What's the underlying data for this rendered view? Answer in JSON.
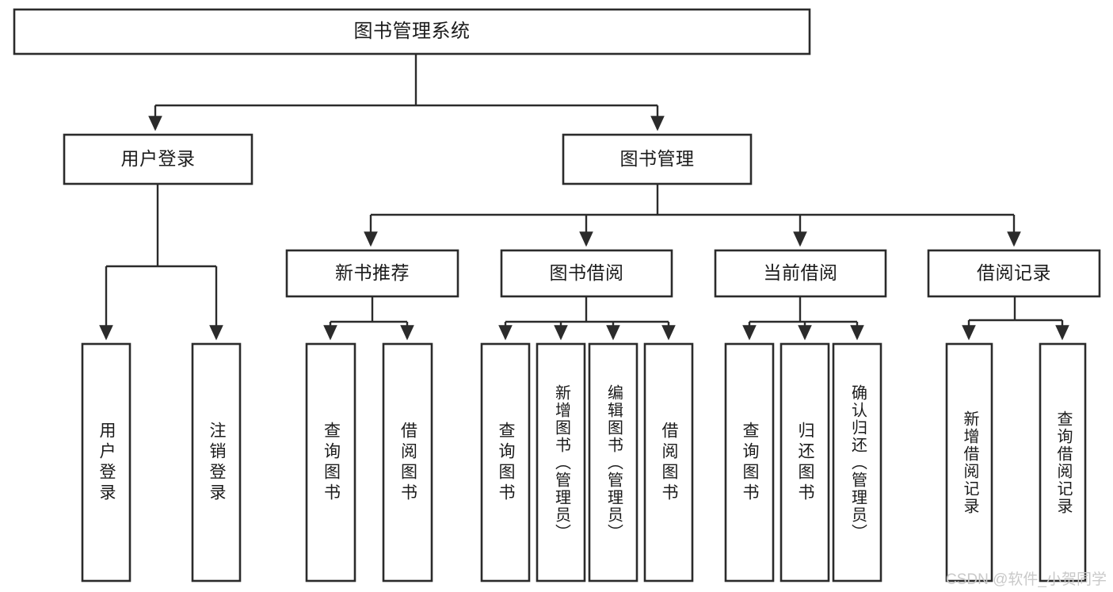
{
  "diagram": {
    "type": "tree-hierarchy-chart",
    "title": "图书管理系统",
    "background_color": "#ffffff",
    "line_color": "#2b2b2b",
    "text_color": "#1b1b1b",
    "root": {
      "label": "图书管理系统"
    },
    "level2": [
      {
        "label": "用户登录"
      },
      {
        "label": "图书管理"
      }
    ],
    "level3": [
      {
        "label": "新书推荐"
      },
      {
        "label": "图书借阅"
      },
      {
        "label": "当前借阅"
      },
      {
        "label": "借阅记录"
      }
    ],
    "leaves": {
      "user_login": [
        {
          "label": "用户登录"
        },
        {
          "label": "注销登录"
        }
      ],
      "new_book_recommend": [
        {
          "label": "查询图书"
        },
        {
          "label": "借阅图书"
        }
      ],
      "book_borrow": [
        {
          "label": "查询图书"
        },
        {
          "label": "新增图书（管理员）"
        },
        {
          "label": "编辑图书（管理员）"
        },
        {
          "label": "借阅图书"
        }
      ],
      "current_borrow": [
        {
          "label": "查询图书"
        },
        {
          "label": "归还图书"
        },
        {
          "label": "确认归还（管理员）"
        }
      ],
      "borrow_record": [
        {
          "label": "新增借阅记录"
        },
        {
          "label": "查询借阅记录"
        }
      ]
    }
  },
  "watermark": {
    "text": "CSDN @软件_小贺同学",
    "color": "#c9c9c9"
  }
}
